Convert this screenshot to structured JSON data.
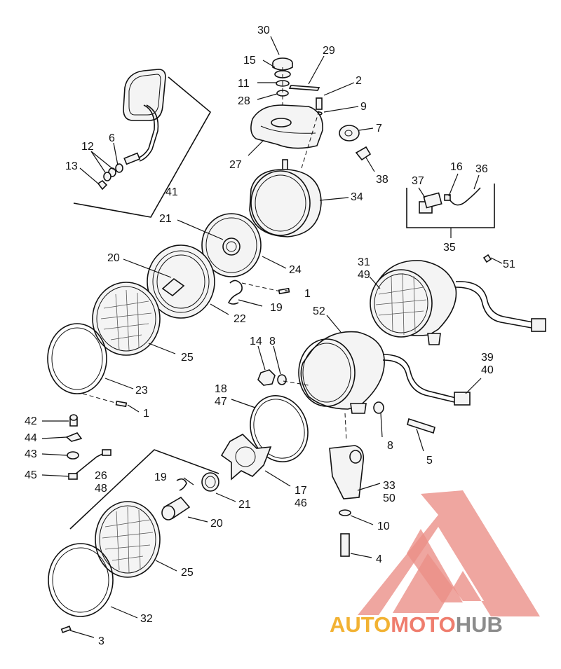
{
  "diagram": {
    "callouts": [
      {
        "id": "30",
        "text": "30"
      },
      {
        "id": "29",
        "text": "29"
      },
      {
        "id": "15",
        "text": "15"
      },
      {
        "id": "2",
        "text": "2"
      },
      {
        "id": "11",
        "text": "11"
      },
      {
        "id": "28",
        "text": "28"
      },
      {
        "id": "9",
        "text": "9"
      },
      {
        "id": "7",
        "text": "7"
      },
      {
        "id": "27",
        "text": "27"
      },
      {
        "id": "38",
        "text": "38"
      },
      {
        "id": "16",
        "text": "16"
      },
      {
        "id": "36",
        "text": "36"
      },
      {
        "id": "37",
        "text": "37"
      },
      {
        "id": "34",
        "text": "34"
      },
      {
        "id": "35",
        "text": "35"
      },
      {
        "id": "6",
        "text": "6"
      },
      {
        "id": "12",
        "text": "12"
      },
      {
        "id": "13",
        "text": "13"
      },
      {
        "id": "41",
        "text": "41"
      },
      {
        "id": "21a",
        "text": "21"
      },
      {
        "id": "24",
        "text": "24"
      },
      {
        "id": "20a",
        "text": "20"
      },
      {
        "id": "31",
        "text": "31"
      },
      {
        "id": "49",
        "text": "49"
      },
      {
        "id": "51",
        "text": "51"
      },
      {
        "id": "1a",
        "text": "1"
      },
      {
        "id": "19a",
        "text": "19"
      },
      {
        "id": "22",
        "text": "22"
      },
      {
        "id": "52",
        "text": "52"
      },
      {
        "id": "14",
        "text": "14"
      },
      {
        "id": "8a",
        "text": "8"
      },
      {
        "id": "25a",
        "text": "25"
      },
      {
        "id": "39",
        "text": "39"
      },
      {
        "id": "40",
        "text": "40"
      },
      {
        "id": "23",
        "text": "23"
      },
      {
        "id": "18",
        "text": "18"
      },
      {
        "id": "47",
        "text": "47"
      },
      {
        "id": "1b",
        "text": "1"
      },
      {
        "id": "42",
        "text": "42"
      },
      {
        "id": "8b",
        "text": "8"
      },
      {
        "id": "44",
        "text": "44"
      },
      {
        "id": "5",
        "text": "5"
      },
      {
        "id": "43",
        "text": "43"
      },
      {
        "id": "26",
        "text": "26"
      },
      {
        "id": "48",
        "text": "48"
      },
      {
        "id": "45",
        "text": "45"
      },
      {
        "id": "19b",
        "text": "19"
      },
      {
        "id": "17",
        "text": "17"
      },
      {
        "id": "46",
        "text": "46"
      },
      {
        "id": "33",
        "text": "33"
      },
      {
        "id": "50",
        "text": "50"
      },
      {
        "id": "21b",
        "text": "21"
      },
      {
        "id": "20b",
        "text": "20"
      },
      {
        "id": "10",
        "text": "10"
      },
      {
        "id": "25b",
        "text": "25"
      },
      {
        "id": "4",
        "text": "4"
      },
      {
        "id": "32",
        "text": "32"
      },
      {
        "id": "3",
        "text": "3"
      }
    ]
  },
  "watermark": {
    "part1": "AUTO",
    "part2": "MOTO",
    "part3": "HUB",
    "colors": {
      "triangle": "#e9837a",
      "auto": "#f2b233",
      "moto": "#ef7d6e",
      "hub": "#8c8c8c"
    }
  }
}
